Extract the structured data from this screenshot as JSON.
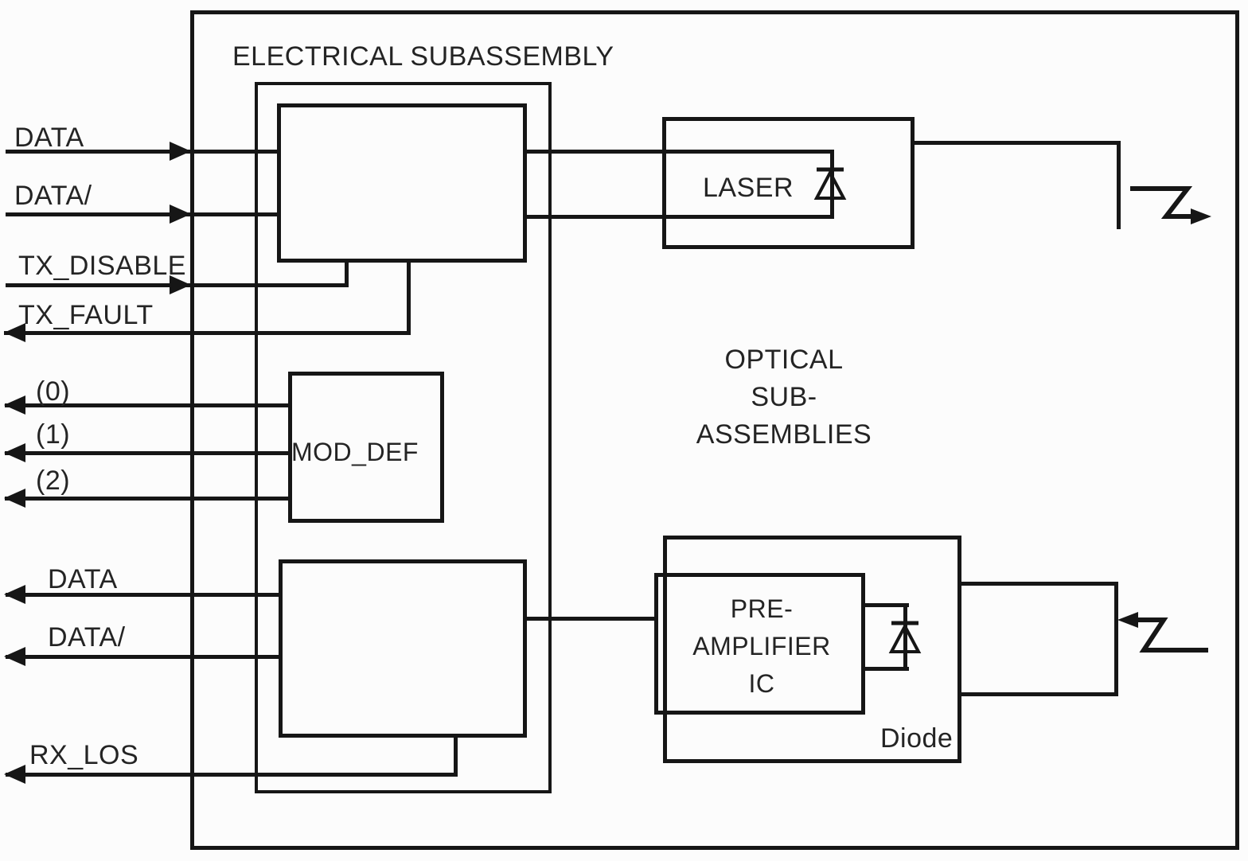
{
  "palette": {
    "line": "#161616",
    "text": "#242424",
    "background": "#fcfcfc"
  },
  "title": "ELECTRICAL SUBASSEMBLY",
  "optical_label": {
    "line1": "OPTICAL",
    "line2": "SUB-",
    "line3": "ASSEMBLIES"
  },
  "blocks": {
    "mod_def": "MOD_DEF",
    "laser": "LASER",
    "preamp": {
      "line1": "PRE-",
      "line2": "AMPLIFIER",
      "line3": "IC"
    },
    "diode_label": "Diode"
  },
  "tx_signals": [
    {
      "label": "DATA",
      "direction": "input"
    },
    {
      "label": "DATA/",
      "direction": "input"
    },
    {
      "label": "TX_DISABLE",
      "direction": "input"
    },
    {
      "label": "TX_FAULT",
      "direction": "output"
    }
  ],
  "mod_def_signals": [
    {
      "label": "(0)",
      "direction": "output"
    },
    {
      "label": "(1)",
      "direction": "output"
    },
    {
      "label": "(2)",
      "direction": "output"
    }
  ],
  "rx_signals": [
    {
      "label": "DATA",
      "direction": "output"
    },
    {
      "label": "DATA/",
      "direction": "output"
    },
    {
      "label": "RX_LOS",
      "direction": "output"
    }
  ]
}
